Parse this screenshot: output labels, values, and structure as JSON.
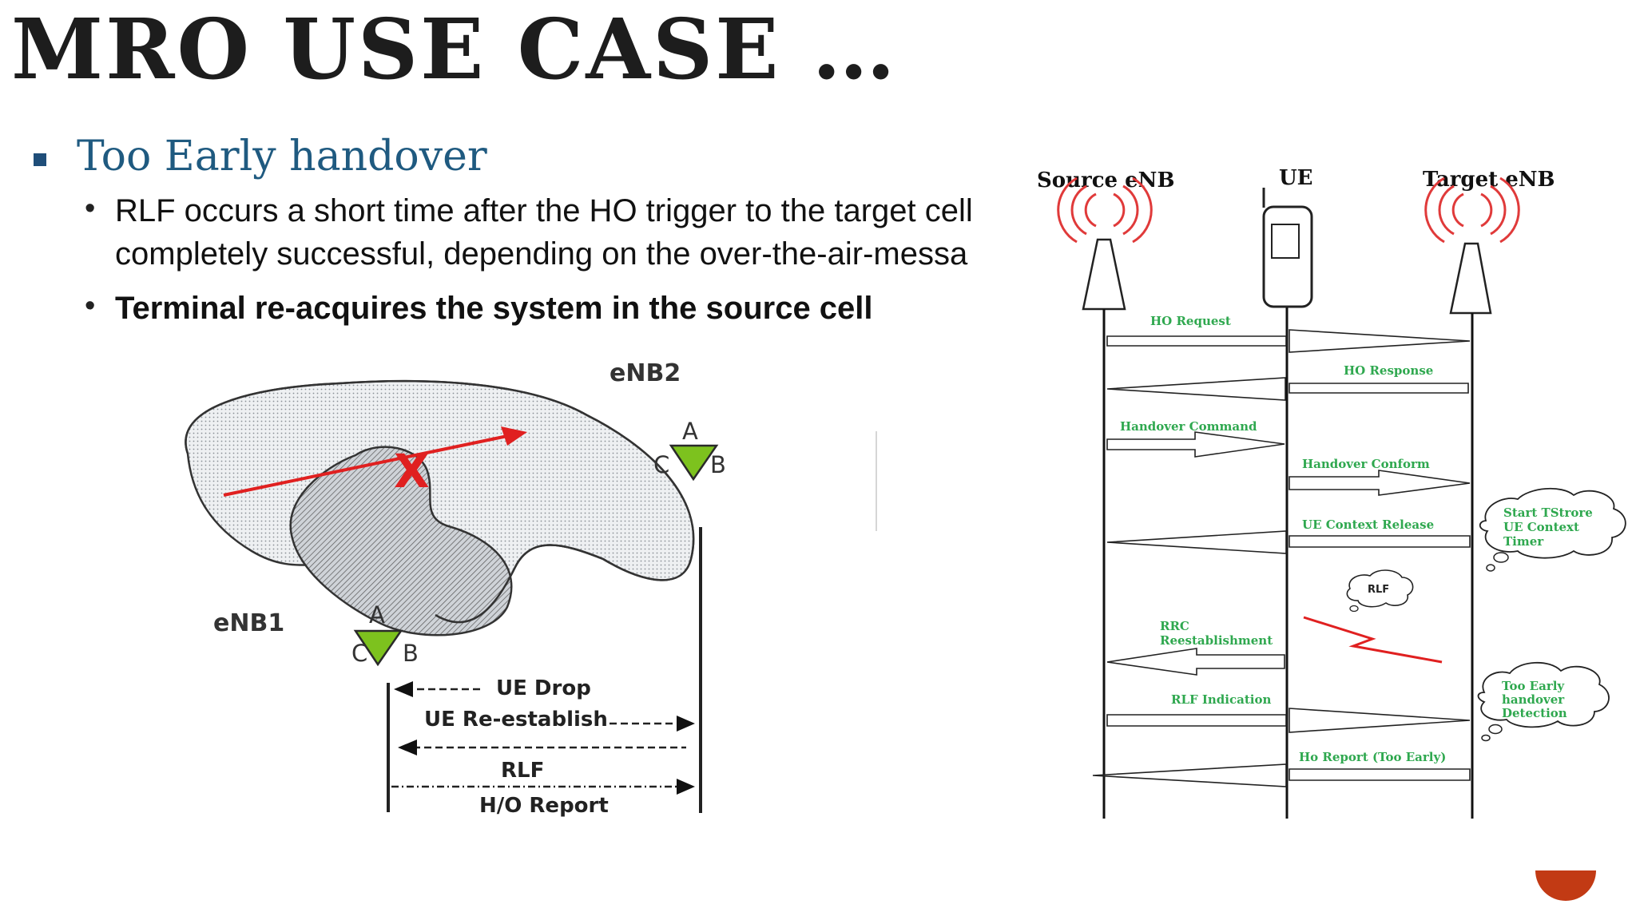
{
  "slide": {
    "title": "MRO USE CASE …",
    "bullet_l1": "Too Early handover",
    "bullet_l2_a_line1": "RLF occurs a short time after the HO trigger to the target cell",
    "bullet_l2_a_line2": "completely successful, depending on the over-the-air-messa",
    "bullet_l2_b": "Terminal re-acquires the system in the source cell"
  },
  "left_diagram": {
    "enb2": "eNB2",
    "enb1": "eNB1",
    "sector_a": "A",
    "sector_b": "B",
    "sector_c": "C",
    "fail_mark": "X",
    "msgs": [
      "UE Drop",
      "UE Re-establish",
      "RLF",
      "H/O Report"
    ]
  },
  "sequence": {
    "source": "Source eNB",
    "ue": "UE",
    "target": "Target eNB",
    "msgs": [
      "HO Request",
      "HO Response",
      "Handover Command",
      "Handover Conform",
      "UE Context Release",
      "RRC",
      "Reestablishment",
      "RLF Indication",
      "Ho Report (Too Early)"
    ],
    "rlf": "RLF",
    "cloud1": [
      "Start TStrore",
      "UE Context",
      "Timer"
    ],
    "cloud2": [
      "Too Early",
      "handover",
      "Detection"
    ]
  },
  "colors": {
    "accent": "#1f5a80",
    "green": "#2fa84f",
    "red": "#e02020",
    "sector": "#7dc21e",
    "brand_orange": "#c23a14"
  }
}
